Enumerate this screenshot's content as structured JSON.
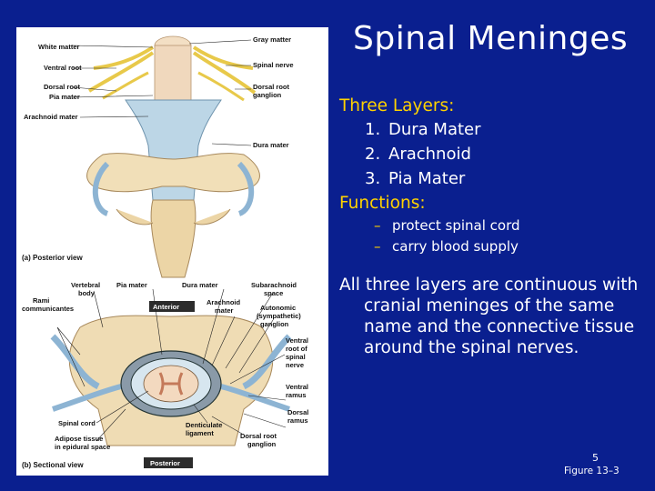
{
  "slide": {
    "title": "Spinal Meninges",
    "layers_heading": "Three Layers:",
    "layers": [
      {
        "num": "1.",
        "text": "Dura Mater"
      },
      {
        "num": "2.",
        "text": "Arachnoid"
      },
      {
        "num": "3.",
        "text": "Pia Mater"
      }
    ],
    "functions_heading": "Functions:",
    "functions": [
      "protect spinal cord",
      "carry blood supply"
    ],
    "paragraph": "All three layers are continuous with cranial meninges of the same name and the connective tissue around the spinal nerves.",
    "page_number": "5",
    "figure_ref": "Figure 13–3"
  },
  "figure": {
    "posterior_caption": "(a) Posterior view",
    "sectional_caption": "(b) Sectional view",
    "anterior_tag": "Anterior",
    "posterior_tag": "Posterior",
    "labels_a": {
      "white_matter": "White matter",
      "ventral_root": "Ventral root",
      "dorsal_root": "Dorsal root",
      "pia_mater": "Pia mater",
      "arachnoid_mater": "Arachnoid mater",
      "gray_matter": "Gray matter",
      "spinal_nerve": "Spinal nerve",
      "dorsal_root_ganglion_1": "Dorsal root",
      "dorsal_root_ganglion_2": "ganglion",
      "dura_mater": "Dura mater"
    },
    "labels_b": {
      "vertebral_body_1": "Vertebral",
      "vertebral_body_2": "body",
      "pia_mater": "Pia mater",
      "dura_mater": "Dura mater",
      "subarachnoid_1": "Subarachnoid",
      "subarachnoid_2": "space",
      "rami_1": "Rami",
      "rami_2": "communicantes",
      "arachnoid_1": "Arachnoid",
      "arachnoid_2": "mater",
      "autonomic_1": "Autonomic",
      "autonomic_2": "(sympathetic)",
      "autonomic_3": "ganglion",
      "ventral_ramus_root_1": "Ventral",
      "ventral_ramus_root_2": "root of",
      "ventral_ramus_root_3": "spinal",
      "ventral_ramus_root_4": "nerve",
      "ventral_ramus_1": "Ventral",
      "ventral_ramus_2": "ramus",
      "dorsal_ramus_1": "Dorsal",
      "dorsal_ramus_2": "ramus",
      "spinal_cord": "Spinal cord",
      "adipose_1": "Adipose tissue",
      "adipose_2": "in epidural space",
      "denticulate_1": "Denticulate",
      "denticulate_2": "ligament",
      "drg_1": "Dorsal root",
      "drg_2": "ganglion"
    }
  }
}
